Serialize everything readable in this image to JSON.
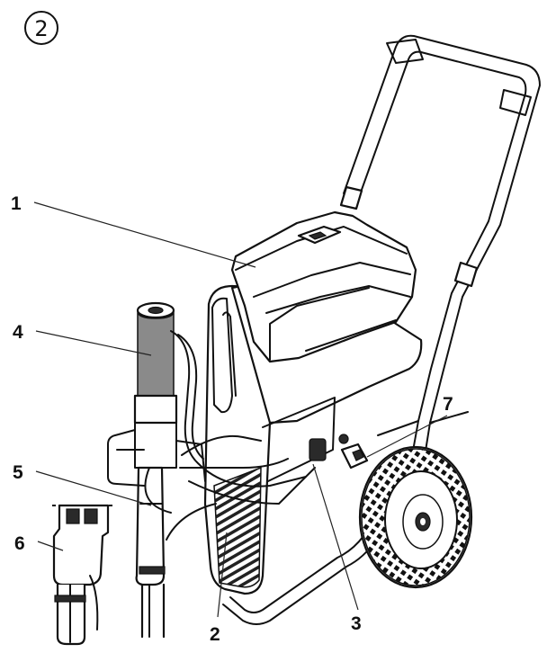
{
  "badge": "2",
  "callouts": [
    {
      "id": "1",
      "label": "1"
    },
    {
      "id": "2",
      "label": "2"
    },
    {
      "id": "3",
      "label": "3"
    },
    {
      "id": "4",
      "label": "4"
    },
    {
      "id": "5",
      "label": "5"
    },
    {
      "id": "6",
      "label": "6"
    },
    {
      "id": "7",
      "label": "7"
    }
  ]
}
